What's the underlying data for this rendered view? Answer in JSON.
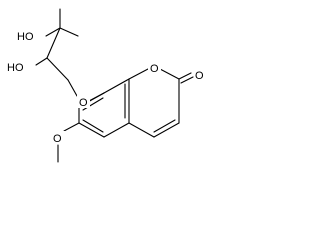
{
  "structure": {
    "labels": {
      "ho_top": "HO",
      "ho_left": "HO",
      "o_ether": "O",
      "o_ring": "O",
      "o_carbonyl": "O",
      "o_methoxy": "O"
    }
  }
}
